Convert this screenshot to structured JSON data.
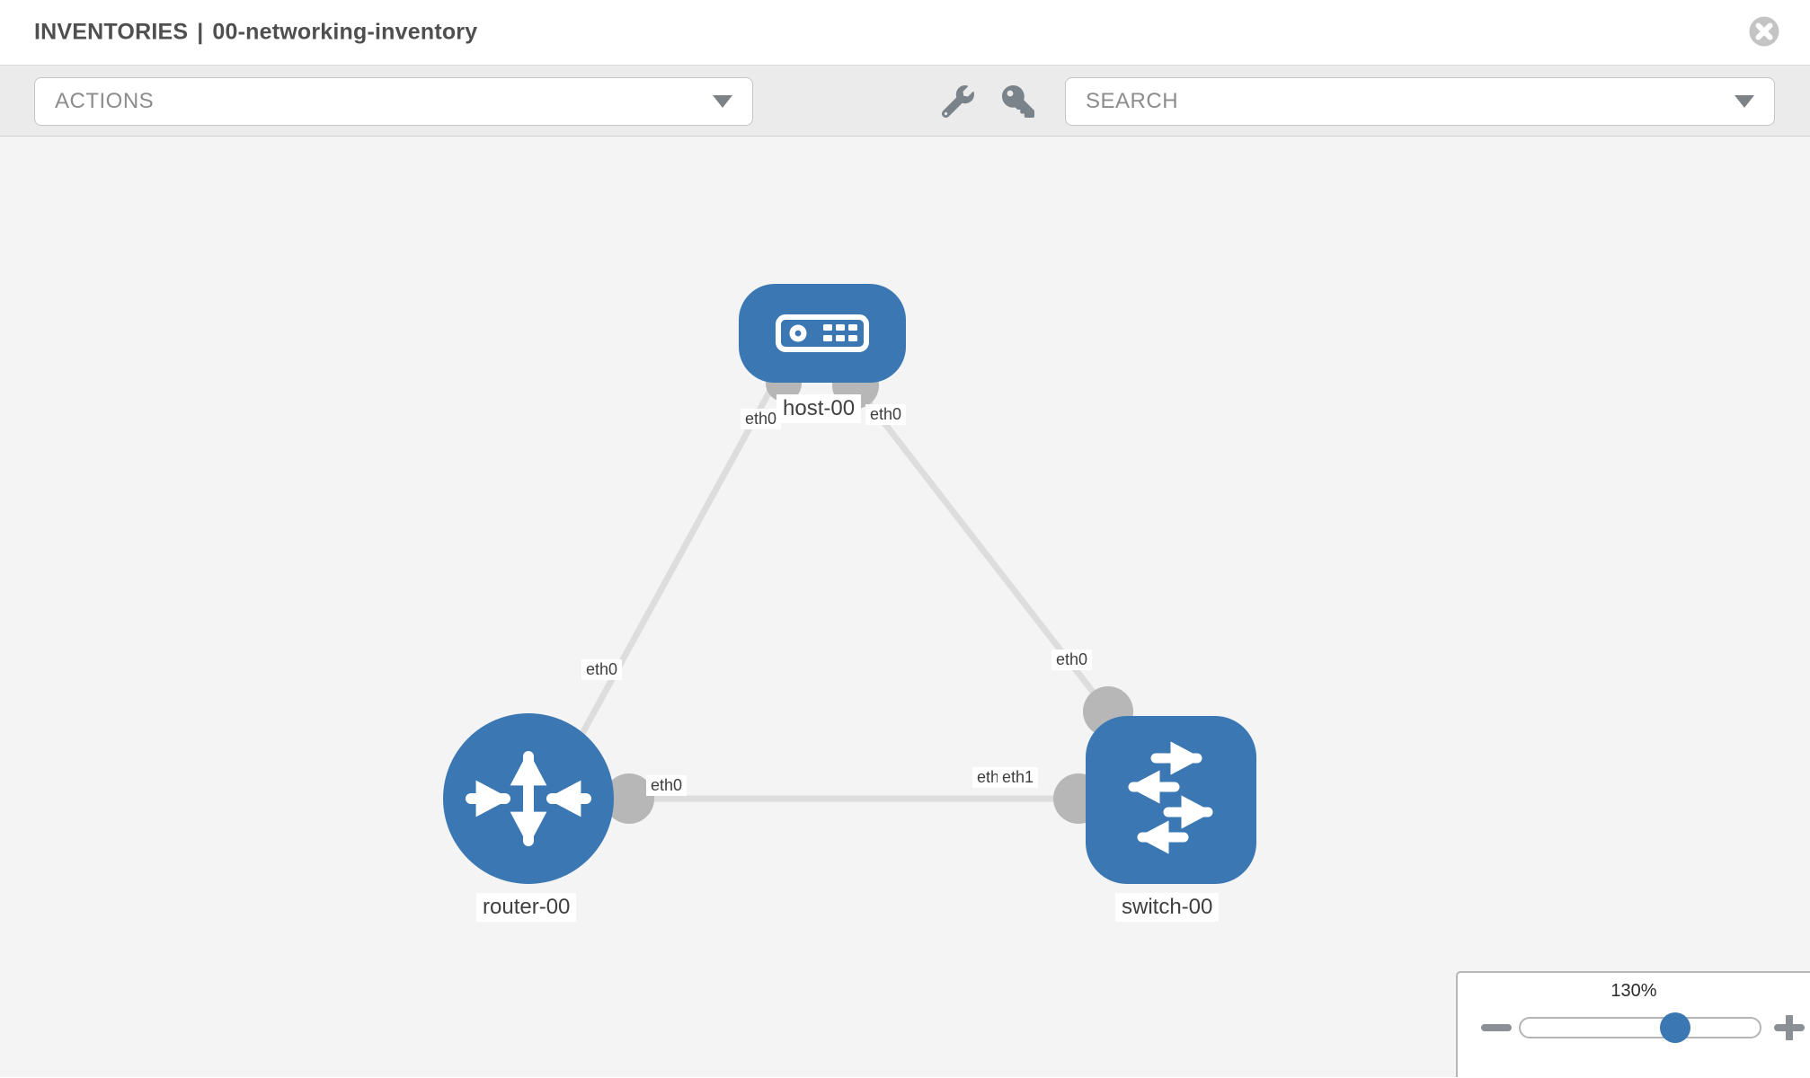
{
  "header": {
    "title_context": "INVENTORIES",
    "title_separator": "|",
    "title_name": "00-networking-inventory"
  },
  "toolbar": {
    "actions_label": "ACTIONS",
    "search_label": "SEARCH",
    "icons": [
      "wrench-icon",
      "key-icon"
    ]
  },
  "topology": {
    "nodes": [
      {
        "id": "host-00",
        "label": "host-00",
        "type": "host",
        "shape": "rounded-rectangle",
        "icon": "server-icon"
      },
      {
        "id": "router-00",
        "label": "router-00",
        "type": "router",
        "shape": "circle",
        "icon": "router-arrows-icon"
      },
      {
        "id": "switch-00",
        "label": "switch-00",
        "type": "switch",
        "shape": "rounded-square",
        "icon": "switch-arrows-icon"
      }
    ],
    "links": [
      {
        "source": "router-00",
        "target": "host-00",
        "source_interface": "eth0",
        "target_interface": "eth0"
      },
      {
        "source": "switch-00",
        "target": "host-00",
        "source_interface": "eth0",
        "target_interface": "eth0"
      },
      {
        "source": "router-00",
        "target": "switch-00",
        "source_interface": "eth0",
        "target_interface": "eth1",
        "obscured_interface_label": "eth0"
      }
    ]
  },
  "zoom_control": {
    "value": "130%",
    "percent": 130
  },
  "colors": {
    "node_blue": "#3b78b3",
    "link_gray": "#dddddd",
    "interface_gray": "#b7b7b7",
    "toolbar_bg": "#ebebeb",
    "canvas_bg": "#f4f4f5",
    "title_text": "#4f4f4f",
    "label_text": "#3f3f3f",
    "icon_gray": "#7b838a"
  }
}
